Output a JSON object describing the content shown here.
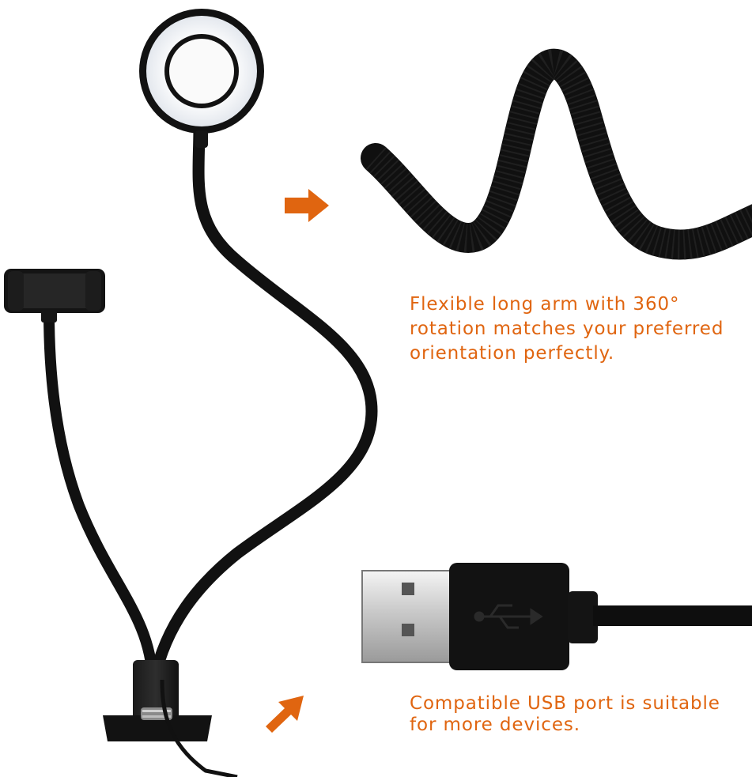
{
  "captions": {
    "arm": {
      "line1": "Flexible long arm with 360°",
      "line2": "rotation matches your preferred",
      "line3": "orientation perfectly."
    },
    "usb": {
      "line1": "Compatible USB port is suitable",
      "line2": "for more devices."
    }
  },
  "colors": {
    "accent": "#e06510",
    "product": "#111111",
    "background": "#ffffff"
  },
  "icons": {
    "usb_logo": "usb-trident-icon"
  }
}
